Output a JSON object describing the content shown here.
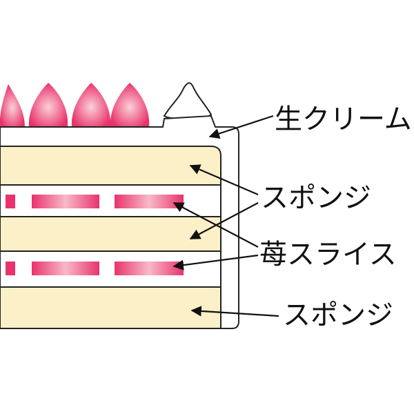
{
  "labels": {
    "cream": "生クリーム",
    "sponge_top": "スポンジ",
    "strawberry_slice": "苺スライス",
    "sponge_bottom": "スポンジ"
  },
  "colors": {
    "sponge": "#fbf0c8",
    "cream": "#ffffff",
    "outline": "#222222",
    "strawberry_edge": "#e8336d",
    "strawberry_center": "#f9c3cf",
    "arrow": "#111111"
  }
}
